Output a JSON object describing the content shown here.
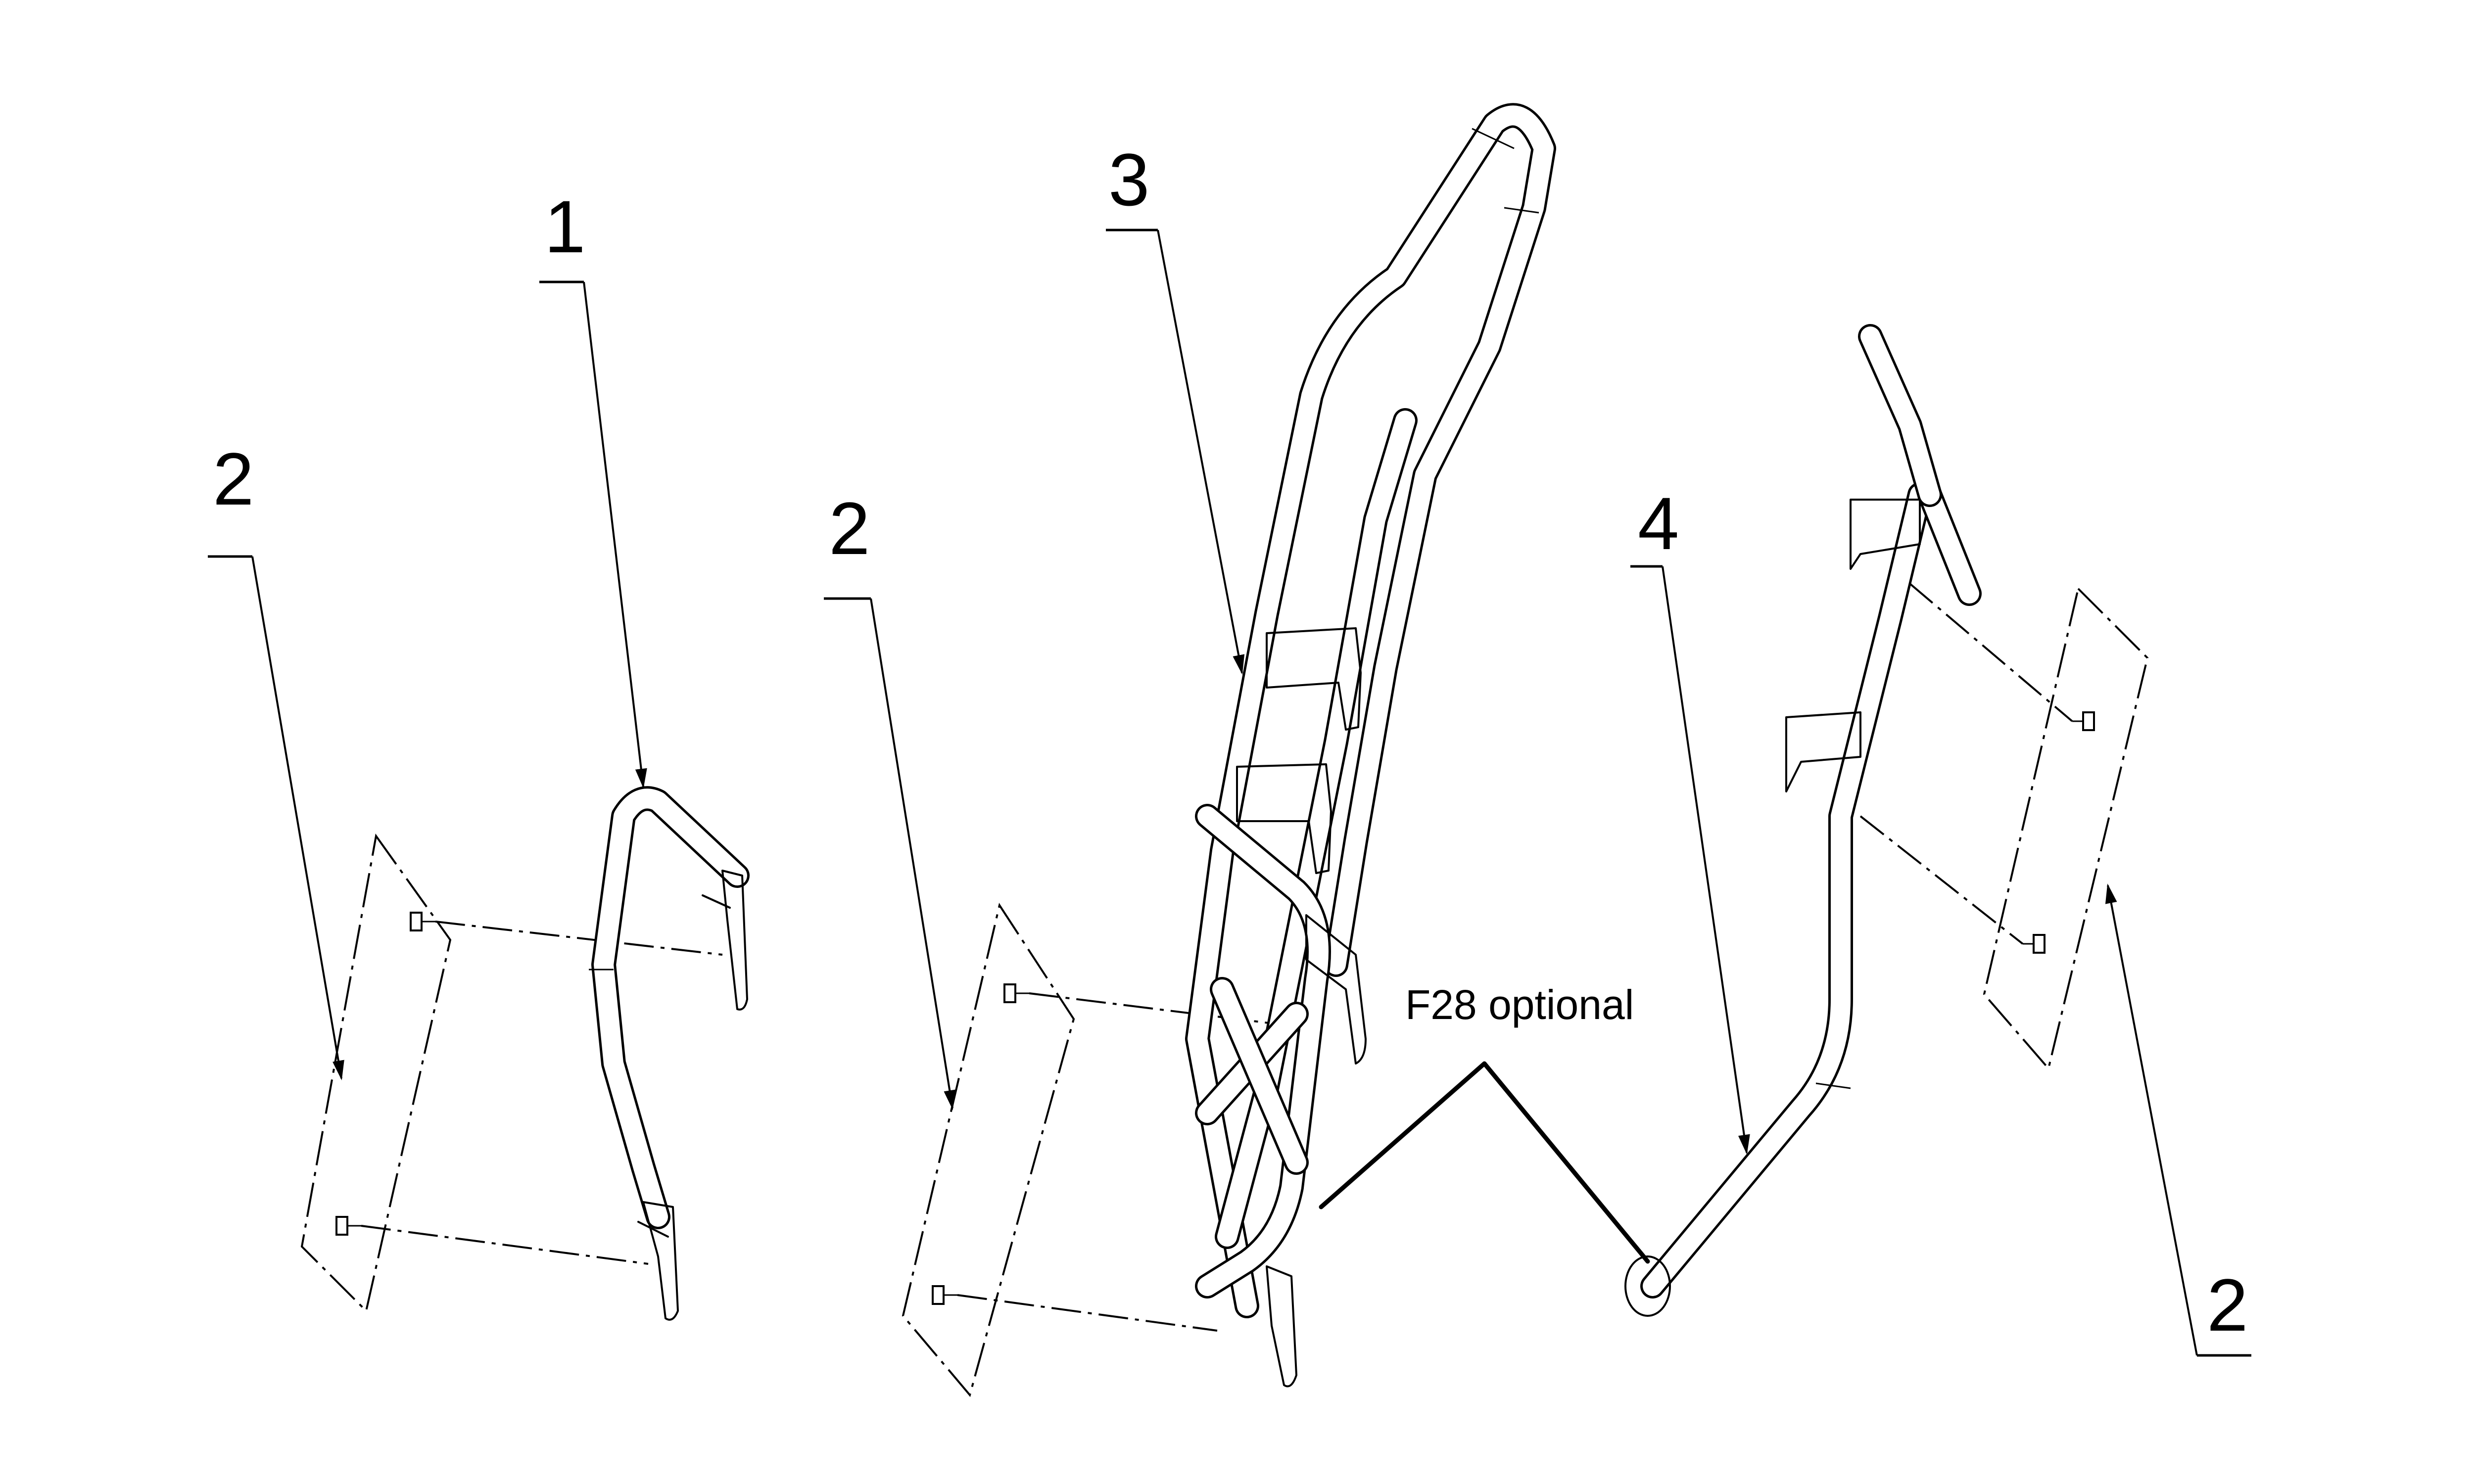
{
  "diagram": {
    "callouts": {
      "part_1": "1",
      "part_2_left": "2",
      "part_2_middle": "2",
      "part_2_right": "2",
      "part_3": "3",
      "part_4": "4"
    },
    "note": "F28 optional"
  }
}
